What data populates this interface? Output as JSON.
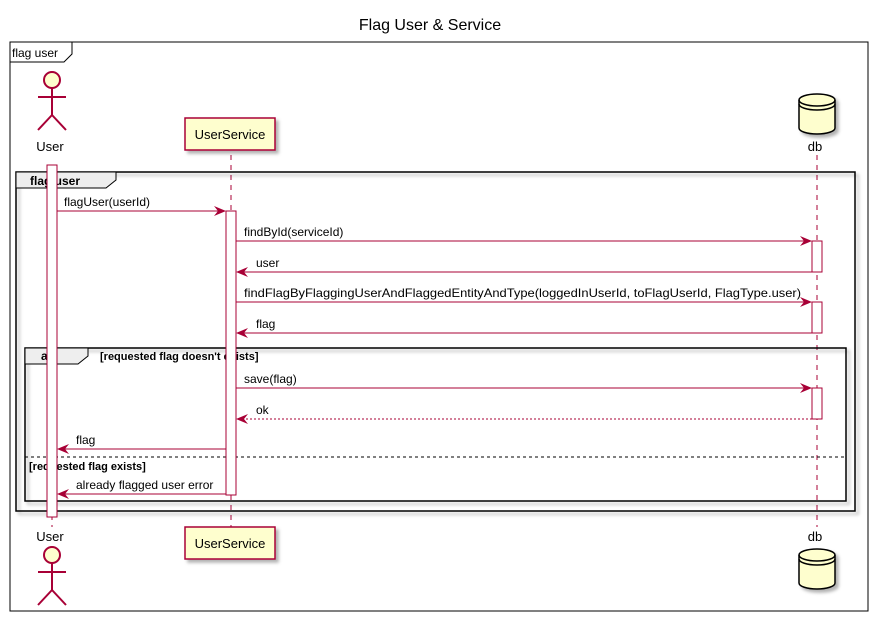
{
  "title": "Flag User & Service",
  "outer_frame_label": "flag user",
  "participants": {
    "user": {
      "label": "User",
      "kind": "actor"
    },
    "service": {
      "label": "UserService",
      "kind": "participant"
    },
    "db": {
      "label": "db",
      "kind": "database"
    }
  },
  "group": {
    "keyword": "flag user"
  },
  "alt": {
    "keyword": "alt",
    "guard_main": "[requested flag doesn't exists]",
    "guard_else": "[requested flag exists]"
  },
  "messages": [
    {
      "id": "m1",
      "from": "user",
      "to": "service",
      "label": "flagUser(userId)",
      "style": "solid"
    },
    {
      "id": "m2",
      "from": "service",
      "to": "db",
      "label": "findById(serviceId)",
      "style": "solid"
    },
    {
      "id": "m3",
      "from": "db",
      "to": "service",
      "label": "user",
      "style": "solid"
    },
    {
      "id": "m4",
      "from": "service",
      "to": "db",
      "label": "findFlagByFlaggingUserAndFlaggedEntityAndType(loggedInUserId, toFlagUserId, FlagType.user)",
      "style": "solid"
    },
    {
      "id": "m5",
      "from": "db",
      "to": "service",
      "label": "flag",
      "style": "solid"
    },
    {
      "id": "m6",
      "from": "service",
      "to": "db",
      "label": "save(flag)",
      "style": "solid"
    },
    {
      "id": "m7",
      "from": "db",
      "to": "service",
      "label": "ok",
      "style": "dashed"
    },
    {
      "id": "m8",
      "from": "service",
      "to": "user",
      "label": "flag",
      "style": "solid"
    },
    {
      "id": "m9",
      "from": "service",
      "to": "user",
      "label": "already flagged user error",
      "style": "solid"
    }
  ],
  "colors": {
    "arrow": "#A80036",
    "lifeline": "#A80036",
    "participant_fill": "#FEFECE",
    "activation_fill": "#FFFFFF",
    "frame_border": "#000000",
    "text": "#000000"
  }
}
